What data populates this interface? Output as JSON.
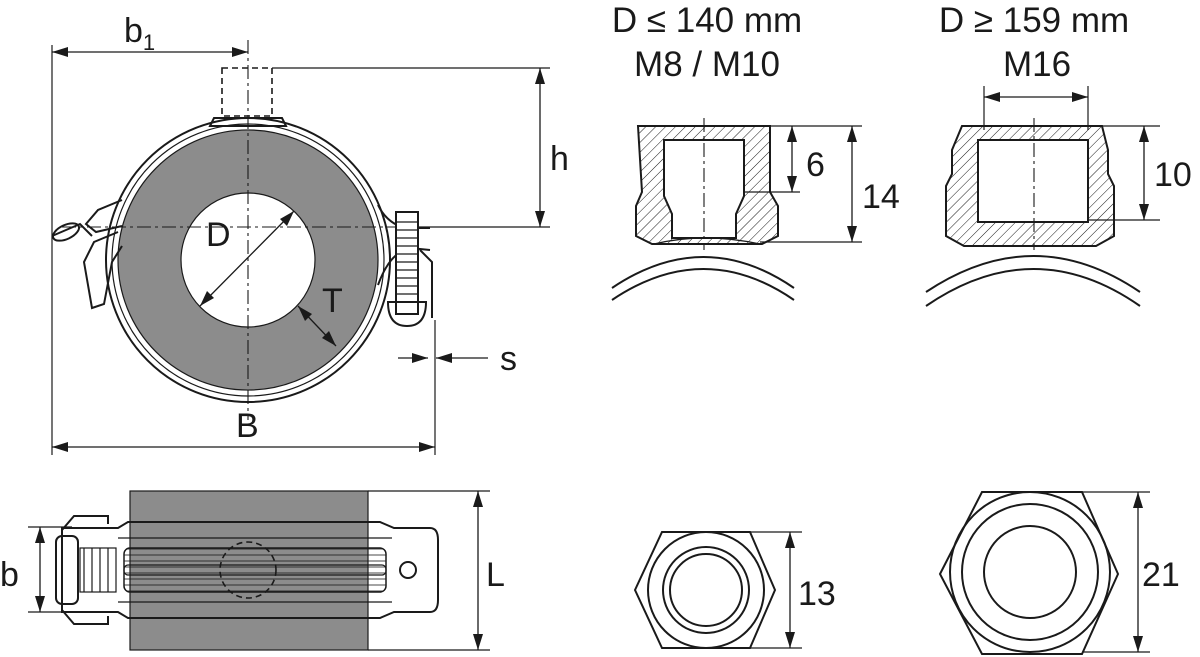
{
  "labels": {
    "b1": "b",
    "b1_sub": "1",
    "h": "h",
    "D": "D",
    "T": "T",
    "s": "s",
    "B": "B",
    "b": "b",
    "L": "L"
  },
  "detail_small": {
    "range": "D ≤ 140 mm",
    "thread": "M8 / M10",
    "depth": "6",
    "height": "14",
    "across_flats": "13"
  },
  "detail_large": {
    "range": "D ≥ 159 mm",
    "thread": "M16",
    "depth": "10",
    "across_flats": "21"
  },
  "colors": {
    "line": "#1a1a1a",
    "insulation": "#8c8c8c",
    "background": "#ffffff"
  }
}
